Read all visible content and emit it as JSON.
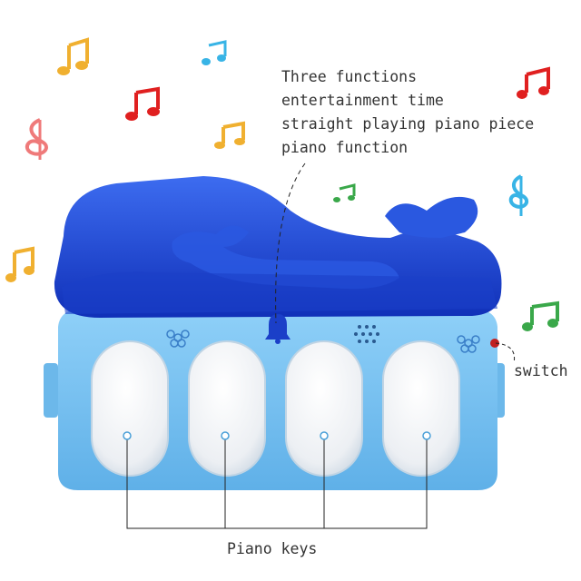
{
  "product": {
    "name": "whale piano toy",
    "colors": {
      "whale": "#1b45d8",
      "body": "#7fc4f2",
      "keys": "#f2f4f7"
    }
  },
  "callouts": {
    "functions": [
      "Three functions",
      "entertainment time",
      "straight playing piano piece",
      "piano function"
    ],
    "switch": "switch",
    "keys": "Piano keys"
  },
  "decor": {
    "notes": [
      "red-note-icon",
      "orange-note-icon",
      "blue-note-icon",
      "green-note-icon",
      "treble-clef-icon"
    ]
  }
}
